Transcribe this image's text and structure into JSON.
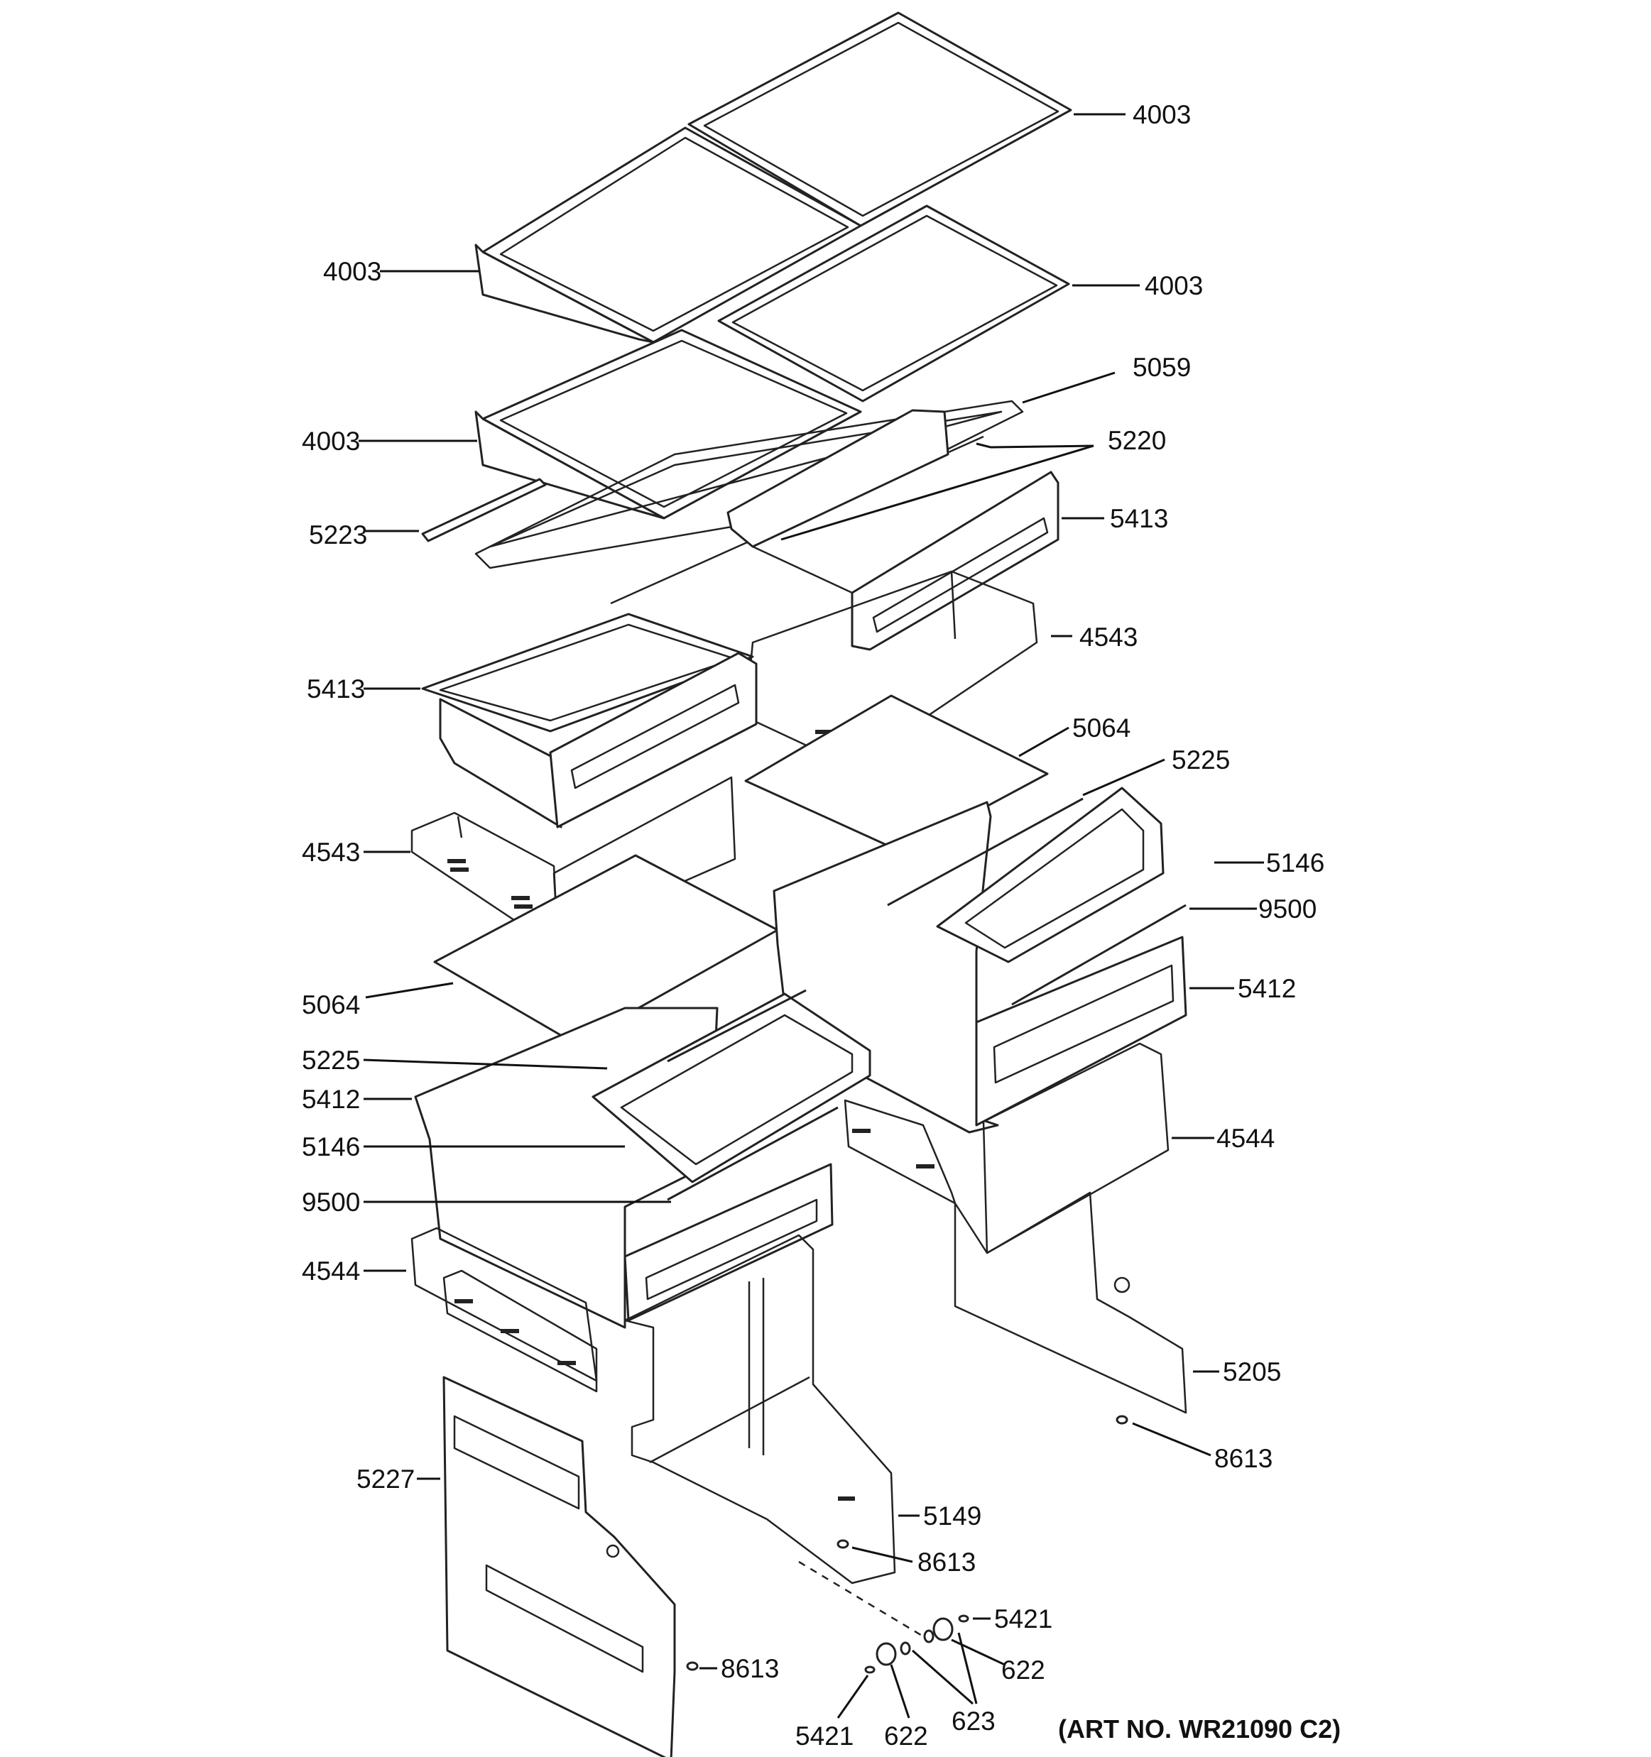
{
  "labels": [
    {
      "id": "l-4003-a",
      "text": "4003"
    },
    {
      "id": "l-4003-b",
      "text": "4003"
    },
    {
      "id": "l-4003-c",
      "text": "4003"
    },
    {
      "id": "l-4003-d",
      "text": "4003"
    },
    {
      "id": "l-5059",
      "text": "5059"
    },
    {
      "id": "l-5220",
      "text": "5220"
    },
    {
      "id": "l-5413-a",
      "text": "5413"
    },
    {
      "id": "l-5223",
      "text": "5223"
    },
    {
      "id": "l-4543-a",
      "text": "4543"
    },
    {
      "id": "l-5413-b",
      "text": "5413"
    },
    {
      "id": "l-5064-a",
      "text": "5064"
    },
    {
      "id": "l-5225-a",
      "text": "5225"
    },
    {
      "id": "l-4543-b",
      "text": "4543"
    },
    {
      "id": "l-5146-a",
      "text": "5146"
    },
    {
      "id": "l-9500-a",
      "text": "9500"
    },
    {
      "id": "l-5412-a",
      "text": "5412"
    },
    {
      "id": "l-5064-b",
      "text": "5064"
    },
    {
      "id": "l-5225-b",
      "text": "5225"
    },
    {
      "id": "l-5412-b",
      "text": "5412"
    },
    {
      "id": "l-4544-a",
      "text": "4544"
    },
    {
      "id": "l-5146-b",
      "text": "5146"
    },
    {
      "id": "l-9500-b",
      "text": "9500"
    },
    {
      "id": "l-4544-b",
      "text": "4544"
    },
    {
      "id": "l-5205",
      "text": "5205"
    },
    {
      "id": "l-8613-a",
      "text": "8613"
    },
    {
      "id": "l-5227",
      "text": "5227"
    },
    {
      "id": "l-5149",
      "text": "5149"
    },
    {
      "id": "l-8613-b",
      "text": "8613"
    },
    {
      "id": "l-5421-a",
      "text": "5421"
    },
    {
      "id": "l-622-a",
      "text": "622"
    },
    {
      "id": "l-8613-c",
      "text": "8613"
    },
    {
      "id": "l-623",
      "text": "623"
    },
    {
      "id": "l-5421-b",
      "text": "5421"
    },
    {
      "id": "l-622-b",
      "text": "622"
    }
  ],
  "art_number": "(ART NO. WR21090 C2)"
}
